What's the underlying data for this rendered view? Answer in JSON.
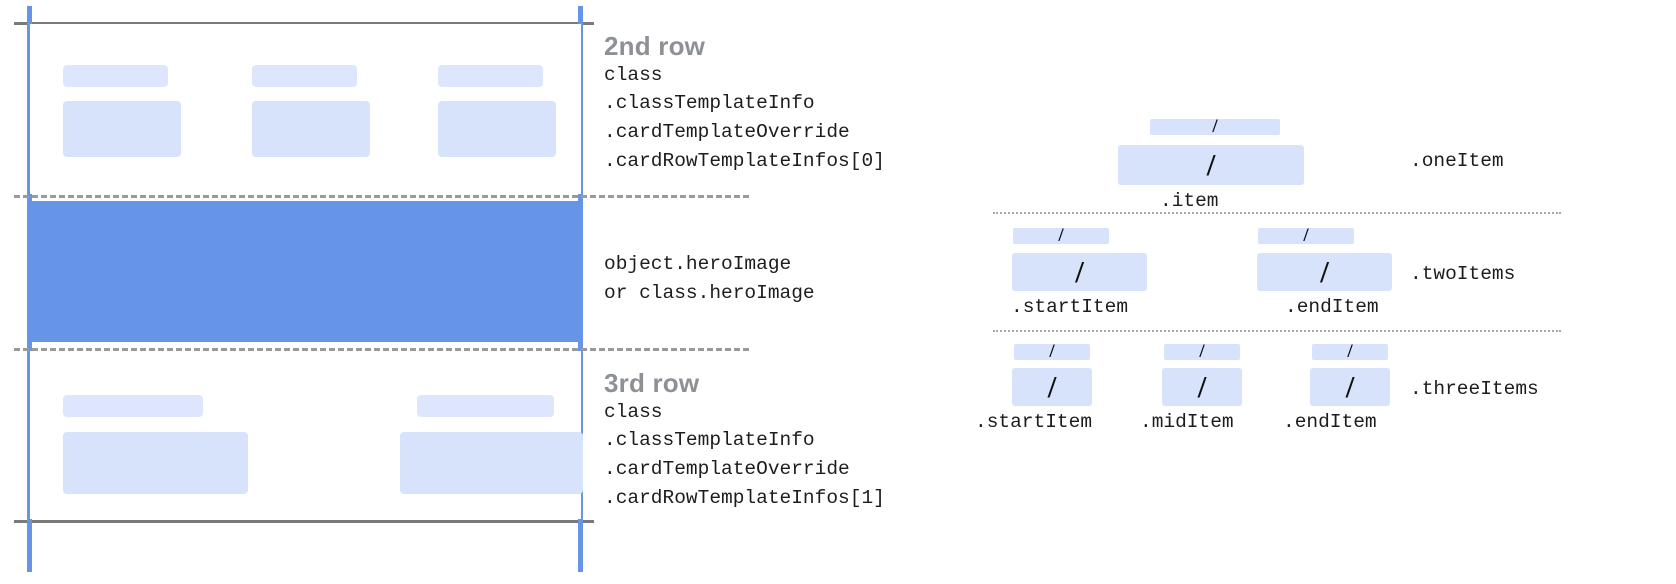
{
  "left_panel": {
    "annotations": [
      {
        "title": "2nd row",
        "lines": [
          "class",
          ".classTemplateInfo",
          ".cardTemplateOverride",
          ".cardRowTemplateInfos[0]"
        ]
      },
      {
        "title": "",
        "lines": [
          "object.heroImage",
          "or class.heroImage"
        ]
      },
      {
        "title": "3rd row",
        "lines": [
          "class",
          ".classTemplateInfo",
          ".cardTemplateOverride",
          ".cardRowTemplateInfos[1]"
        ]
      }
    ],
    "colors": {
      "guide_line": "#6695e8",
      "hero_fill": "#6695e8",
      "placeholder": "#d7e2fb",
      "rule": "#797979",
      "dashed": "#9a9a9a",
      "title_text": "#8d9196"
    }
  },
  "right_panel": {
    "slash_glyph": "/",
    "groups": [
      {
        "name": ".oneItem",
        "row_label": ".oneItem",
        "items": [
          {
            "caption": ".item"
          }
        ]
      },
      {
        "name": ".twoItems",
        "row_label": ".twoItems",
        "items": [
          {
            "caption": ".startItem"
          },
          {
            "caption": ".endItem"
          }
        ]
      },
      {
        "name": ".threeItems",
        "row_label": ".threeItems",
        "items": [
          {
            "caption": ".startItem"
          },
          {
            "caption": ".midItem"
          },
          {
            "caption": ".endItem"
          }
        ]
      }
    ]
  }
}
